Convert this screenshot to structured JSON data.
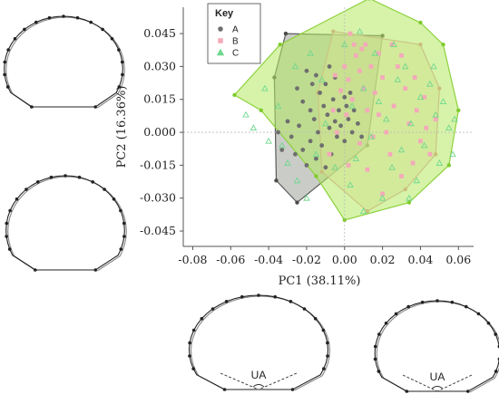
{
  "chart_data": {
    "type": "scatter",
    "xlabel": "PC1 (38.11%)",
    "ylabel": "PC2 (16.36%)",
    "xlim": [
      -0.085,
      0.068
    ],
    "ylim": [
      -0.052,
      0.057
    ],
    "x_ticks": [
      -0.08,
      -0.06,
      -0.04,
      -0.02,
      0.0,
      0.02,
      0.04,
      0.06
    ],
    "x_tick_labels": [
      "-0.08",
      "-0.06",
      "-0.04",
      "-0.02",
      "0.00",
      "0.02",
      "0.04",
      "0.06"
    ],
    "y_ticks": [
      0.045,
      0.03,
      0.015,
      0.0,
      -0.015,
      -0.03,
      -0.045
    ],
    "y_tick_labels": [
      "0.045",
      "0.030",
      "0.015",
      "0.000",
      "-0.015",
      "-0.030",
      "-0.045"
    ],
    "grid": false,
    "zero_lines": true,
    "legend": {
      "title": "Key",
      "placement": "top-left"
    },
    "series": [
      {
        "name": "A",
        "marker": "circle",
        "color": "#6e6e6e",
        "hull_fill": "#9ea39a",
        "points": [
          [
            -0.025,
            0.02
          ],
          [
            -0.022,
            0.014
          ],
          [
            -0.018,
            0.01
          ],
          [
            -0.016,
            0.006
          ],
          [
            -0.013,
            0.018
          ],
          [
            -0.011,
            0.012
          ],
          [
            -0.009,
            0.008
          ],
          [
            -0.008,
            0.002
          ],
          [
            -0.006,
            0.015
          ],
          [
            -0.005,
            0.005
          ],
          [
            -0.004,
            -0.002
          ],
          [
            -0.003,
            0.01
          ],
          [
            -0.002,
            0.003
          ],
          [
            0.0,
            -0.004
          ],
          [
            0.001,
            0.012
          ],
          [
            0.002,
            0.006
          ],
          [
            0.004,
            0.0
          ],
          [
            0.005,
            0.01
          ],
          [
            0.007,
            0.004
          ],
          [
            0.009,
            -0.002
          ],
          [
            -0.03,
            0.005
          ],
          [
            -0.028,
            -0.002
          ],
          [
            -0.026,
            -0.01
          ],
          [
            -0.022,
            -0.008
          ],
          [
            -0.02,
            -0.015
          ],
          [
            -0.018,
            -0.004
          ],
          [
            -0.015,
            -0.012
          ],
          [
            -0.012,
            -0.006
          ],
          [
            -0.01,
            -0.016
          ],
          [
            -0.007,
            -0.01
          ],
          [
            -0.035,
            0.0
          ],
          [
            -0.033,
            -0.008
          ],
          [
            -0.015,
            0.026
          ],
          [
            -0.01,
            0.022
          ],
          [
            -0.005,
            0.025
          ],
          [
            -0.02,
            0.028
          ],
          [
            0.003,
            0.018
          ],
          [
            -0.008,
            0.03
          ],
          [
            -0.017,
            0.022
          ],
          [
            0.0,
            0.016
          ],
          [
            -0.024,
            0.003
          ],
          [
            -0.014,
            0.0
          ]
        ],
        "hull": [
          [
            -0.031,
            0.045
          ],
          [
            0.02,
            0.044
          ],
          [
            0.012,
            -0.006
          ],
          [
            -0.025,
            -0.032
          ],
          [
            -0.036,
            -0.022
          ],
          [
            -0.037,
            0.025
          ]
        ]
      },
      {
        "name": "B",
        "marker": "square",
        "color": "#f3aab8",
        "hull_fill": "#f2dcc8",
        "points": [
          [
            -0.005,
            0.026
          ],
          [
            -0.002,
            0.019
          ],
          [
            0.0,
            0.03
          ],
          [
            0.002,
            0.024
          ],
          [
            0.004,
            0.015
          ],
          [
            0.006,
            0.035
          ],
          [
            0.008,
            0.028
          ],
          [
            0.01,
            0.02
          ],
          [
            0.012,
            0.01
          ],
          [
            0.014,
            0.03
          ],
          [
            0.016,
            0.018
          ],
          [
            0.018,
            0.008
          ],
          [
            0.02,
            0.025
          ],
          [
            0.022,
            0.0
          ],
          [
            0.024,
            -0.01
          ],
          [
            0.026,
            0.012
          ],
          [
            0.028,
            0.03
          ],
          [
            0.03,
            -0.02
          ],
          [
            0.032,
            0.02
          ],
          [
            0.034,
            0.004
          ],
          [
            0.036,
            -0.014
          ],
          [
            0.038,
            0.01
          ],
          [
            0.04,
            -0.004
          ],
          [
            0.042,
            0.016
          ],
          [
            0.045,
            -0.01
          ],
          [
            0.048,
            0.006
          ],
          [
            -0.008,
            -0.01
          ],
          [
            -0.004,
            0.0
          ],
          [
            0.002,
            -0.015
          ],
          [
            0.005,
            0.04
          ],
          [
            0.003,
            0.045
          ],
          [
            0.009,
            0.038
          ],
          [
            0.015,
            -0.002
          ],
          [
            0.012,
            -0.017
          ],
          [
            0.008,
            -0.005
          ],
          [
            -0.006,
            0.01
          ],
          [
            0.001,
            0.008
          ],
          [
            0.025,
            0.04
          ],
          [
            0.02,
            -0.028
          ],
          [
            0.03,
            0.035
          ],
          [
            0.037,
            0.025
          ],
          [
            0.043,
            0.002
          ],
          [
            0.011,
            0.04
          ],
          [
            0.018,
            0.036
          ]
        ],
        "hull": [
          [
            -0.006,
            0.046
          ],
          [
            0.04,
            0.04
          ],
          [
            0.05,
            0.02
          ],
          [
            0.048,
            -0.01
          ],
          [
            0.032,
            -0.026
          ],
          [
            0.012,
            -0.036
          ],
          [
            -0.012,
            -0.018
          ],
          [
            -0.014,
            0.018
          ]
        ]
      },
      {
        "name": "C",
        "marker": "triangle",
        "color": "#6fd88e",
        "hull_fill": "#b4ea62",
        "points": [
          [
            -0.052,
            0.008
          ],
          [
            -0.048,
            0.002
          ],
          [
            -0.04,
            -0.004
          ],
          [
            -0.035,
            0.012
          ],
          [
            -0.03,
            -0.014
          ],
          [
            -0.025,
            -0.022
          ],
          [
            -0.02,
            -0.03
          ],
          [
            -0.015,
            -0.01
          ],
          [
            -0.01,
            0.004
          ],
          [
            -0.005,
            -0.016
          ],
          [
            0.0,
            0.04
          ],
          [
            0.003,
            -0.024
          ],
          [
            0.006,
            -0.012
          ],
          [
            0.01,
            0.02
          ],
          [
            0.014,
            -0.002
          ],
          [
            0.018,
            0.014
          ],
          [
            0.02,
            -0.03
          ],
          [
            0.022,
            0.006
          ],
          [
            0.025,
            -0.016
          ],
          [
            0.028,
            0.024
          ],
          [
            0.03,
            -0.008
          ],
          [
            0.032,
            0.03
          ],
          [
            0.035,
            0.004
          ],
          [
            0.038,
            -0.022
          ],
          [
            0.04,
            0.016
          ],
          [
            0.042,
            -0.006
          ],
          [
            0.045,
            0.022
          ],
          [
            0.048,
            0.008
          ],
          [
            0.05,
            -0.014
          ],
          [
            0.052,
            0.014
          ],
          [
            0.055,
            0.002
          ],
          [
            0.057,
            -0.01
          ],
          [
            -0.026,
            0.03
          ],
          [
            -0.018,
            0.036
          ],
          [
            0.008,
            0.046
          ],
          [
            0.016,
            0.036
          ],
          [
            0.026,
            0.04
          ],
          [
            -0.042,
            0.02
          ],
          [
            0.047,
            0.03
          ],
          [
            0.01,
            -0.036
          ],
          [
            0.034,
            -0.03
          ],
          [
            0.058,
            0.006
          ],
          [
            -0.033,
            -0.006
          ],
          [
            0.004,
            0.012
          ],
          [
            -0.012,
            0.024
          ]
        ],
        "hull": [
          [
            0.013,
            0.061
          ],
          [
            0.04,
            0.05
          ],
          [
            0.052,
            0.04
          ],
          [
            0.06,
            0.01
          ],
          [
            0.055,
            -0.015
          ],
          [
            0.034,
            -0.032
          ],
          [
            0.0,
            -0.04
          ],
          [
            -0.015,
            -0.02
          ],
          [
            -0.044,
            0.01
          ],
          [
            -0.058,
            0.017
          ],
          [
            -0.034,
            0.04
          ]
        ]
      }
    ]
  },
  "annotations": {
    "ua_label": "UA"
  }
}
